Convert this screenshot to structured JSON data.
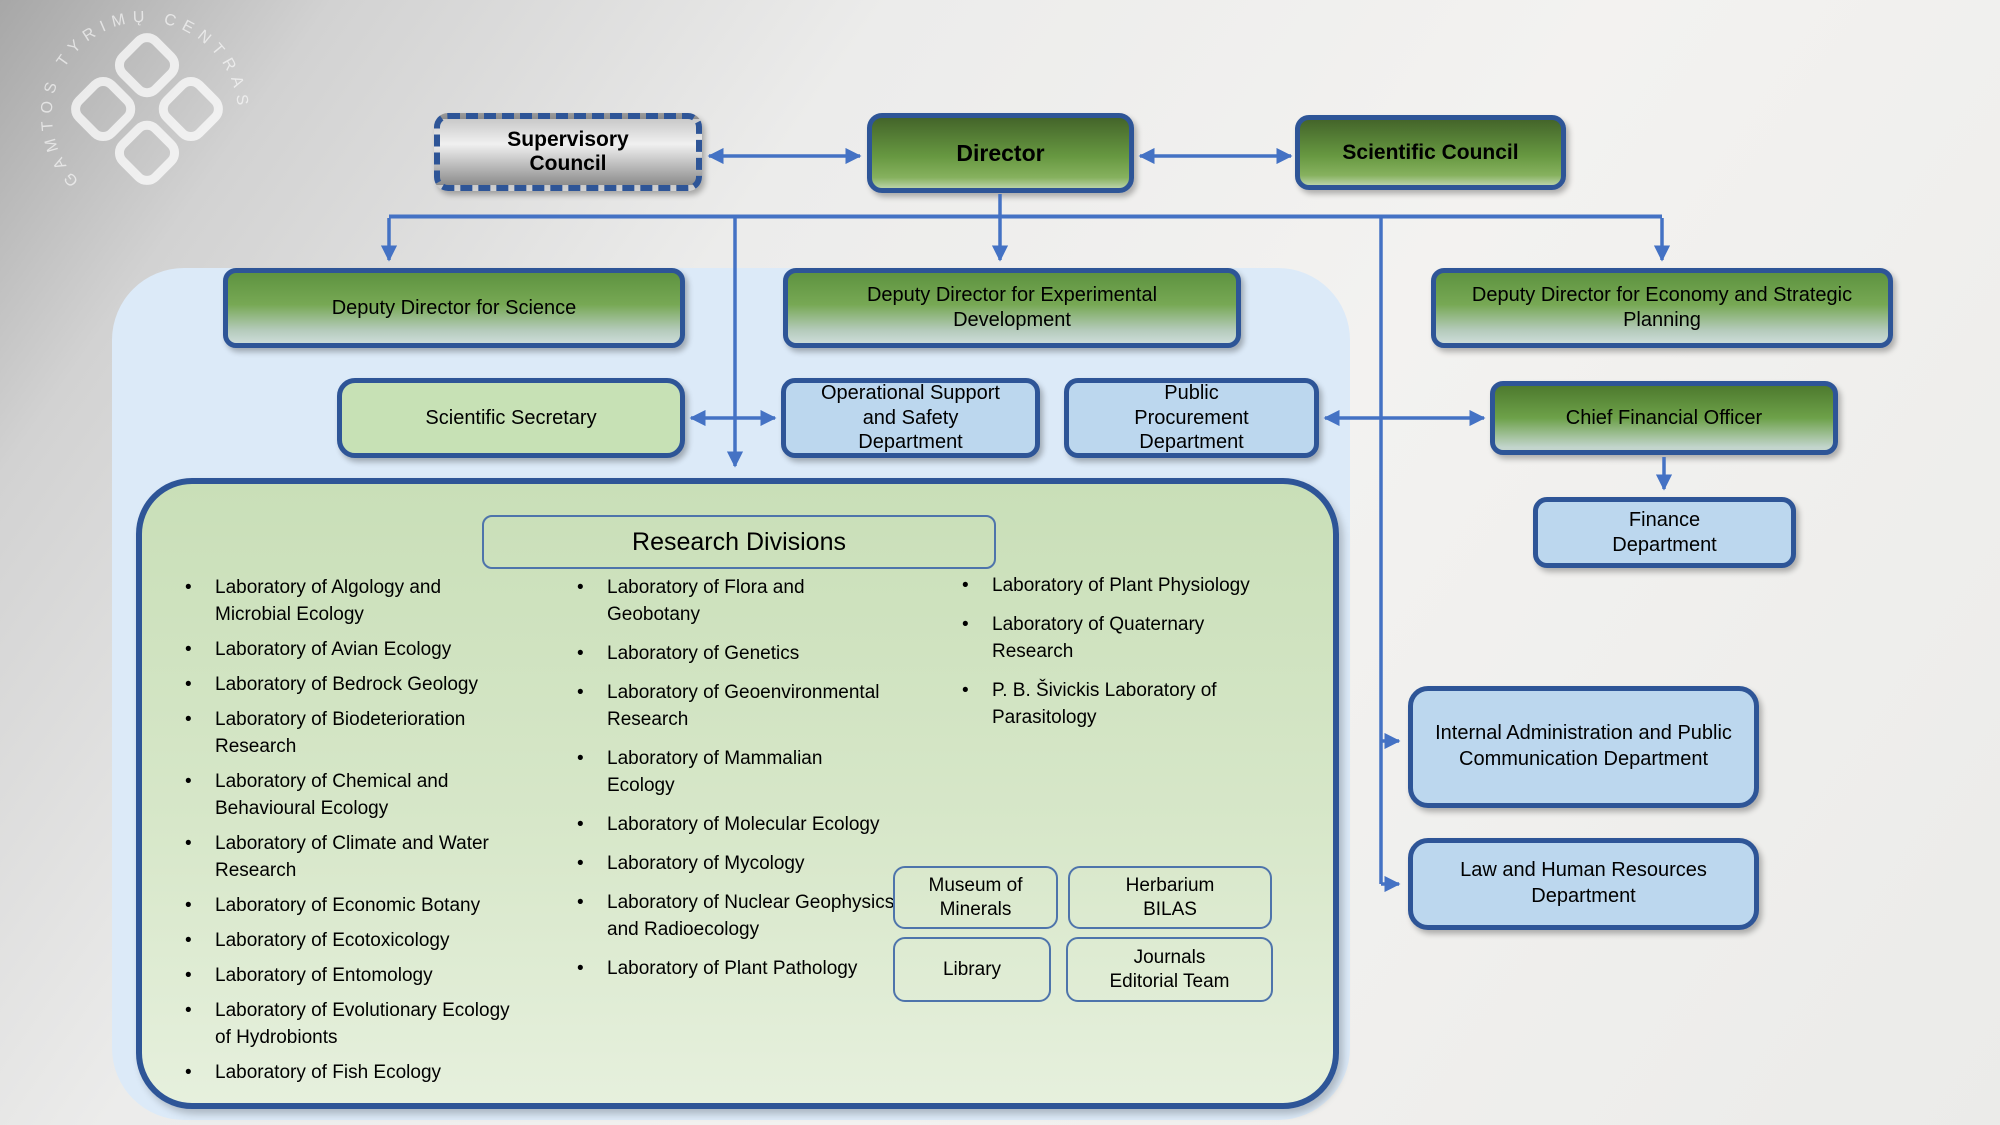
{
  "watermark": {
    "circle_text": "GAMTOS TYRIMŲ CENTRAS"
  },
  "top": {
    "supervisory_council": "Supervisory Council",
    "director": "Director",
    "scientific_council": "Scientific Council"
  },
  "deputies": {
    "science": "Deputy Director for Science",
    "experimental": "Deputy Director for Experimental Development",
    "economy": "Deputy Director for Economy and Strategic Planning"
  },
  "mid": {
    "scientific_secretary": "Scientific Secretary",
    "operational_support": "Operational Support and Safety Department",
    "public_procurement": "Public Procurement Department",
    "chief_financial_officer": "Chief Financial Officer",
    "finance_department": "Finance Department"
  },
  "right": {
    "internal_administration": "Internal Administration and Public Communication Department",
    "law_hr": "Law and Human Resources Department"
  },
  "research": {
    "title": "Research Divisions",
    "columns": [
      [
        "Laboratory of Algology and Microbial Ecology",
        "Laboratory of Avian Ecology",
        "Laboratory of Bedrock Geology",
        "Laboratory of Biodeterioration Research",
        "Laboratory of Chemical and Behavioural Ecology",
        "Laboratory of Climate and Water Research",
        "Laboratory of Economic Botany",
        "Laboratory of Ecotoxicology",
        "Laboratory of Entomology",
        "Laboratory of Evolutionary Ecology of Hydrobionts",
        "Laboratory of Fish Ecology"
      ],
      [
        "Laboratory of Flora and Geobotany",
        "Laboratory of Genetics",
        "Laboratory of Geoenvironmental Research",
        "Laboratory of Mammalian Ecology",
        "Laboratory of Molecular Ecology",
        "Laboratory of Mycology",
        "Laboratory of Nuclear Geophysics and Radioecology",
        "Laboratory of Plant Pathology"
      ],
      [
        "Laboratory of Plant Physiology",
        "Laboratory of Quaternary Research",
        "P. B. Šivickis Laboratory of Parasitology"
      ]
    ],
    "units": [
      "Museum of Minerals",
      "Herbarium BILAS",
      "Library",
      "Journals Editorial Team"
    ]
  },
  "colors": {
    "arrow_blue": "#4472C4",
    "border_blue": "#2E5597",
    "light_blue_fill": "#BCD7EE",
    "pale_green_fill": "#C7E1B5",
    "panel_blue": "#DCEAF8",
    "research_green": "#CFE3C0",
    "box_green_top": "#44652A",
    "box_green_bottom": "#86B15E"
  }
}
